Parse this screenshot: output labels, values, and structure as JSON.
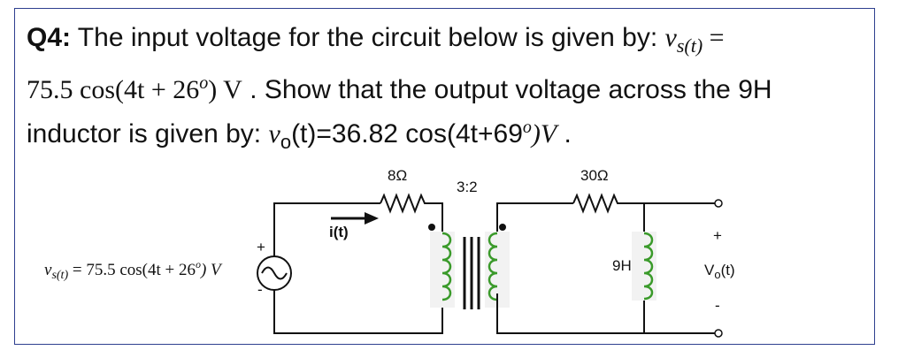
{
  "question": {
    "label": "Q4:",
    "line1_text": " The input  voltage for the circuit below is given by:  ",
    "vs_symbol": "v",
    "vs_sub": "s(t)",
    "equals": " =",
    "line2_amp": "75.5 cos(4t + 26",
    "deg": "o",
    "line2_tail": ") V",
    "line2_text": " . Show that the output voltage across the 9H",
    "line3_text": "inductor is given by: ",
    "vo_symbol": "v",
    "vo_sub": "o",
    "vo_args": "(t)=36.82 cos(4t+69",
    "vo_deg": "o",
    "vo_tail": ")V",
    "line3_end": " ."
  },
  "circuit": {
    "source_label": "v",
    "source_sub": "s(t)",
    "source_expr": " = 75.5 cos(4t + 26",
    "source_deg": "o",
    "source_tail": ") V",
    "plus": "+",
    "minus": "-",
    "current_label": "i(t)",
    "r1_label": "8Ω",
    "ratio_label": "3:2",
    "r2_label": "30Ω",
    "l_label": "9H",
    "out_plus": "+",
    "out_minus": "-",
    "vo_label": "V",
    "vo_sub": "o",
    "vo_tail": "(t)"
  },
  "colors": {
    "frame": "#2e3f8f",
    "coil": "#3a9a2a",
    "wire": "#111111"
  }
}
